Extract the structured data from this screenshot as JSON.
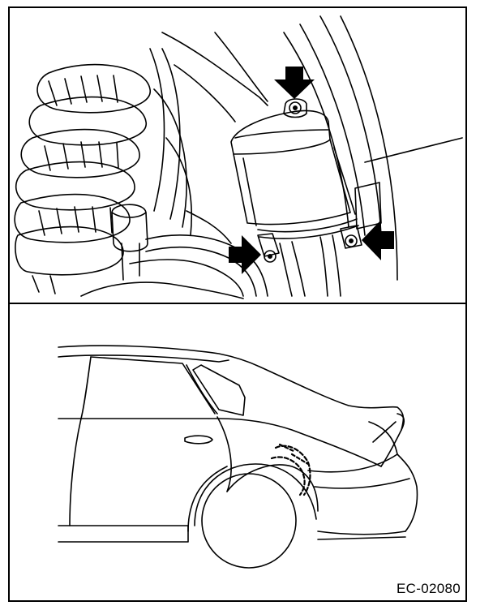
{
  "figure": {
    "code": "EC-02080",
    "callouts": [
      {
        "name": "top-bolt",
        "direction": "down"
      },
      {
        "name": "left-bolt",
        "direction": "right"
      },
      {
        "name": "right-bolt",
        "direction": "left"
      }
    ]
  }
}
